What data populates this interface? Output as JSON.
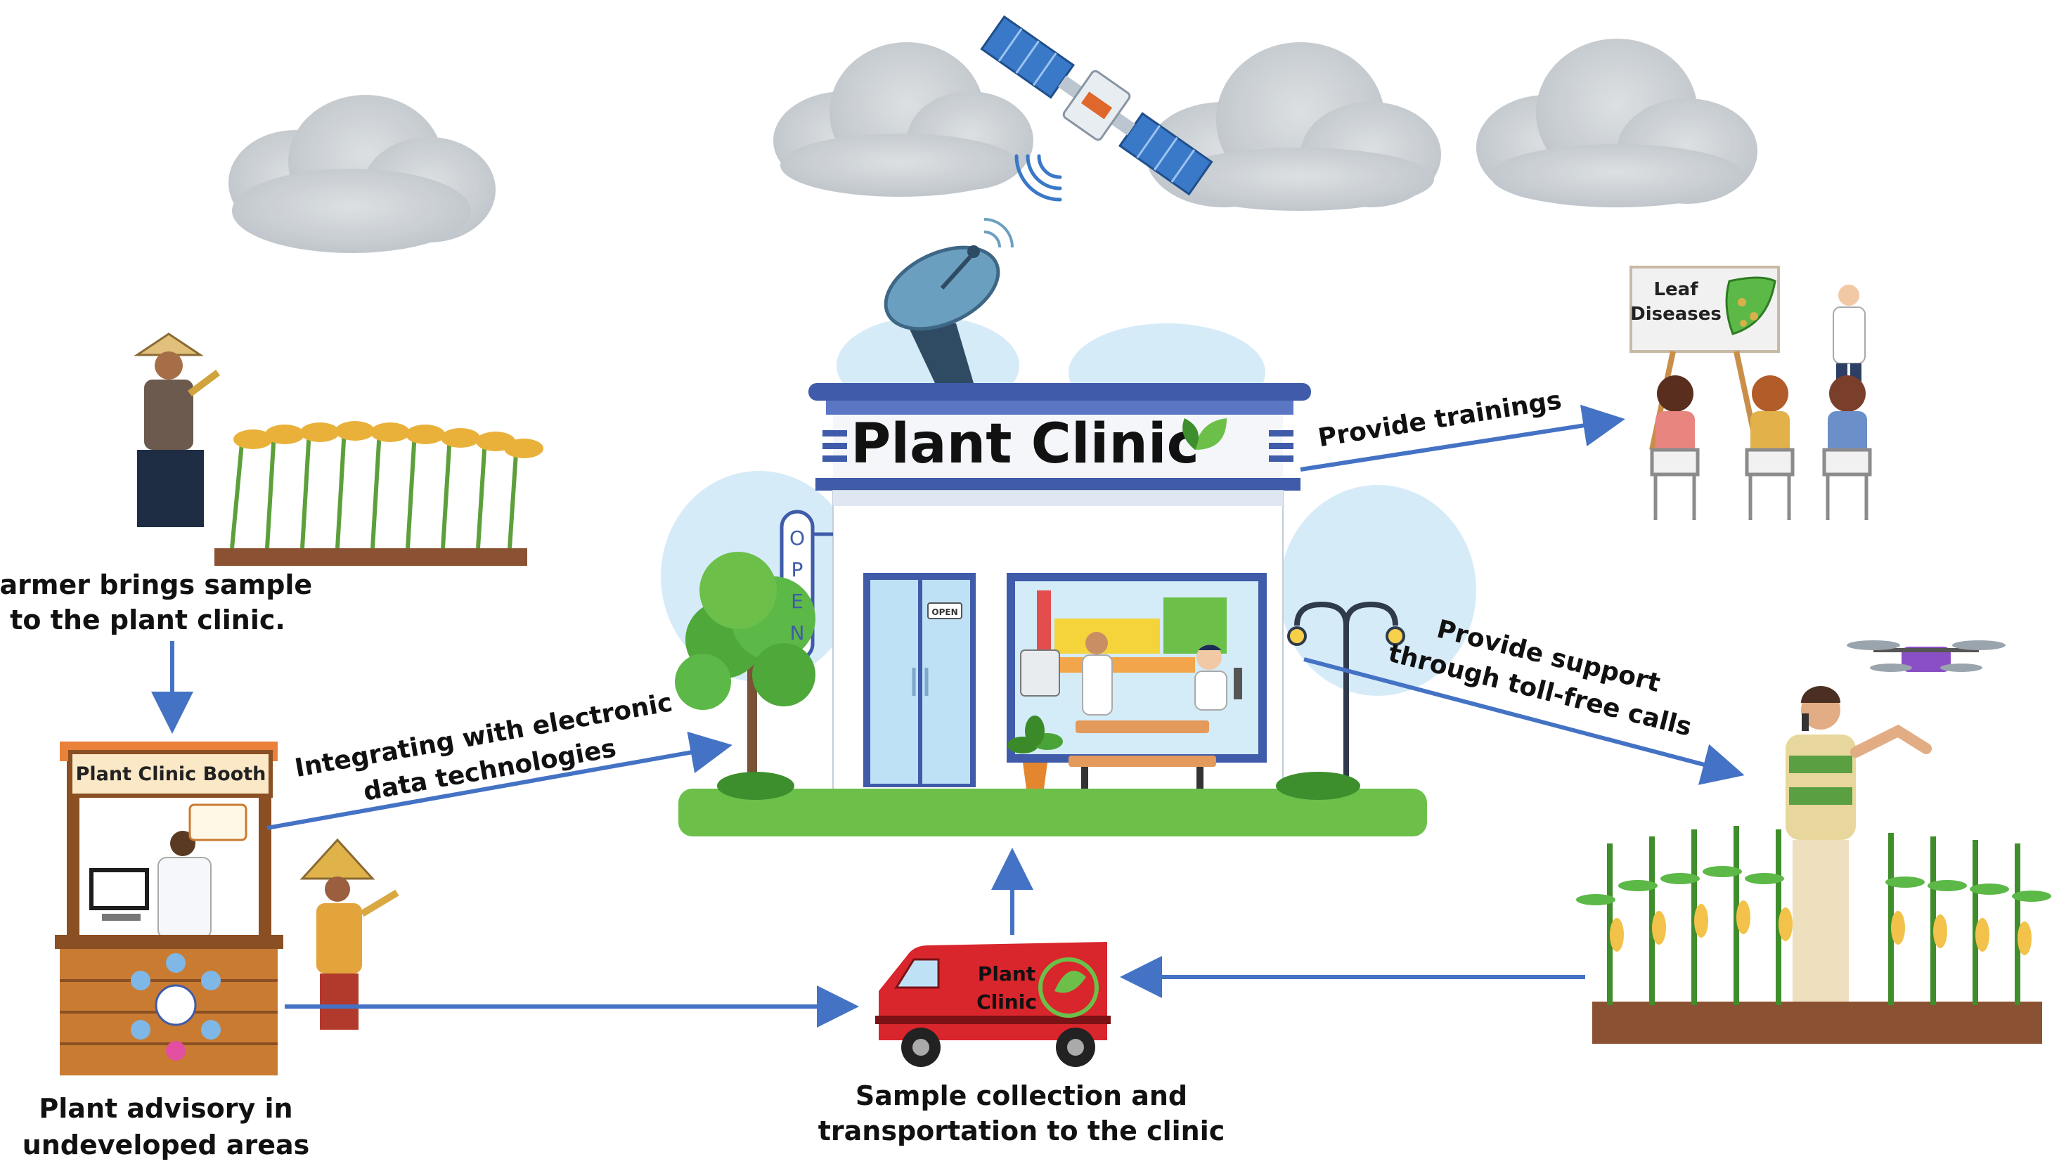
{
  "clinic": {
    "sign": "Plant Clinic",
    "open_vertical": [
      "O",
      "P",
      "E",
      "N"
    ],
    "door_tag": "OPEN"
  },
  "training_board": {
    "line1": "Leaf",
    "line2": "Diseases"
  },
  "booth": {
    "sign": "Plant Clinic Booth"
  },
  "van": {
    "line1": "Plant",
    "line2": "Clinic"
  },
  "labels": {
    "farmer": [
      "Farmer brings sample",
      "to the plant clinic."
    ],
    "advisory": [
      "Plant advisory in",
      "undeveloped areas"
    ],
    "collection": [
      "Sample collection and",
      "transportation to the clinic"
    ],
    "integrating": [
      "Integrating with electronic",
      "data technologies"
    ],
    "trainings": "Provide trainings",
    "support": [
      "Provide support",
      "through toll-free calls"
    ]
  },
  "colors": {
    "arrow": "#4472C4",
    "clinic_blue": "#3F5BA9",
    "grass": "#6CC04A",
    "van_red": "#D9252C",
    "booth_wood": "#C97B32"
  }
}
